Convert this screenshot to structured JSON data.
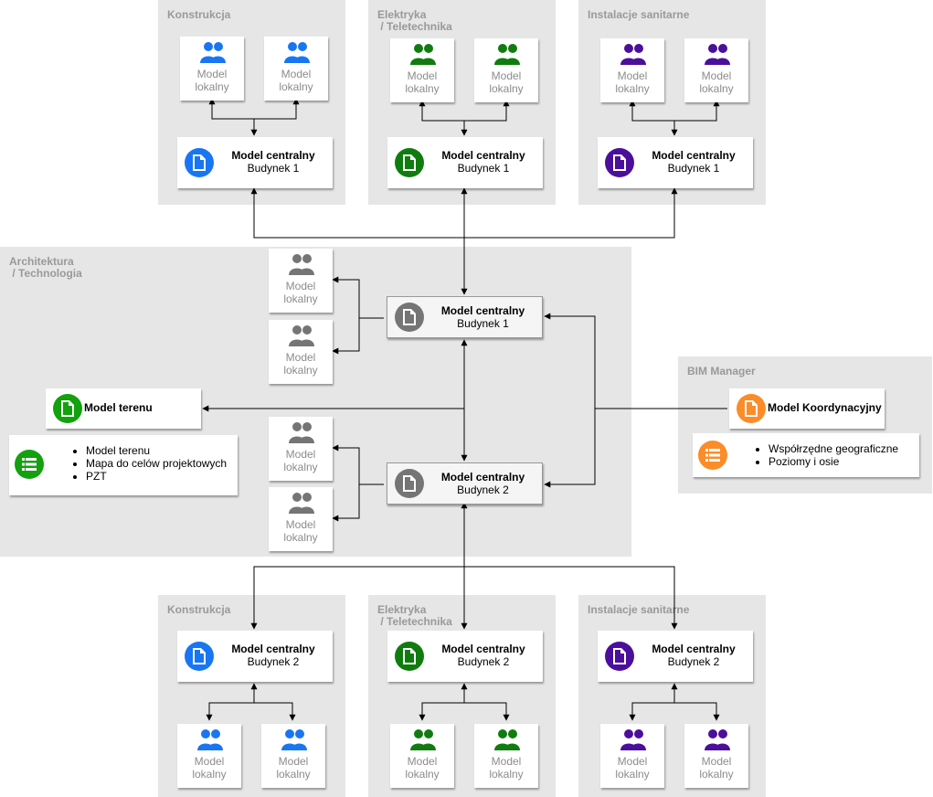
{
  "colors": {
    "blue": "#1976f2",
    "green": "#107c10",
    "purple": "#4b0f9b",
    "gray": "#757575",
    "orange": "#fb8c2a",
    "green_list": "#13a10e",
    "group_bg": "#e6e6e6",
    "group_title": "#999999"
  },
  "groups": {
    "konstrukcja_top": "Konstrukcja",
    "elektryka_top": "Elektryka\n / Teletechnika",
    "instalacje_top": "Instalacje sanitarne",
    "architektura": "Architektura\n / Technologia",
    "bim": "BIM Manager",
    "konstrukcja_bottom": "Konstrukcja",
    "elektryka_bottom": "Elektryka\n / Teletechnika",
    "instalacje_bottom": "Instalacje sanitarne"
  },
  "labels": {
    "local_model": "Model\nlokalny",
    "central_model": "Model centralny",
    "building_1": "Budynek 1",
    "building_2": "Budynek 2",
    "terrain_model": "Model terenu",
    "coordination_model": "Model Koordynacyjny"
  },
  "icons": {
    "local": "users-icon",
    "central": "document-icon",
    "list": "list-icon"
  },
  "terrain_list": [
    "Model terenu",
    "Mapa do celów projektowych",
    "PZT"
  ],
  "bim_list": [
    "Współrzędne geograficzne",
    "Poziomy i osie"
  ]
}
